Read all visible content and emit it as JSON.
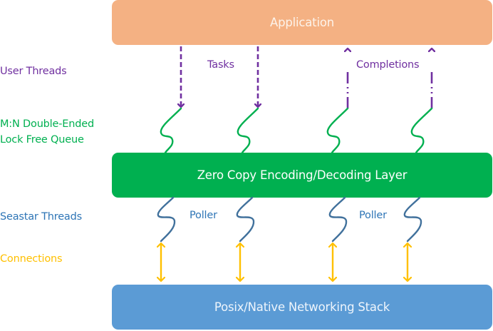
{
  "layers": {
    "application": "Application",
    "codec": "Zero Copy Encoding/Decoding Layer",
    "network": "Posix/Native Networking Stack"
  },
  "side_labels": {
    "user_threads": "User Threads",
    "queue_line1": "M:N Double-Ended",
    "queue_line2": "Lock Free Queue",
    "seastar_threads": "Seastar Threads",
    "connections": "Connections"
  },
  "edge_labels": {
    "tasks": "Tasks",
    "completions": "Completions",
    "poller_left": "Poller",
    "poller_right": "Poller"
  },
  "colors": {
    "application": "#F4B183",
    "codec": "#00B050",
    "network": "#5B9BD5",
    "user_threads": "#7030A0",
    "queue": "#00B050",
    "seastar": "#2E75B6",
    "connections": "#FFC000"
  },
  "flows": {
    "tasks_count": 2,
    "completions_count": 2,
    "user_queues_count": 4,
    "seastar_threads_count": 4,
    "connections_count": 4
  }
}
